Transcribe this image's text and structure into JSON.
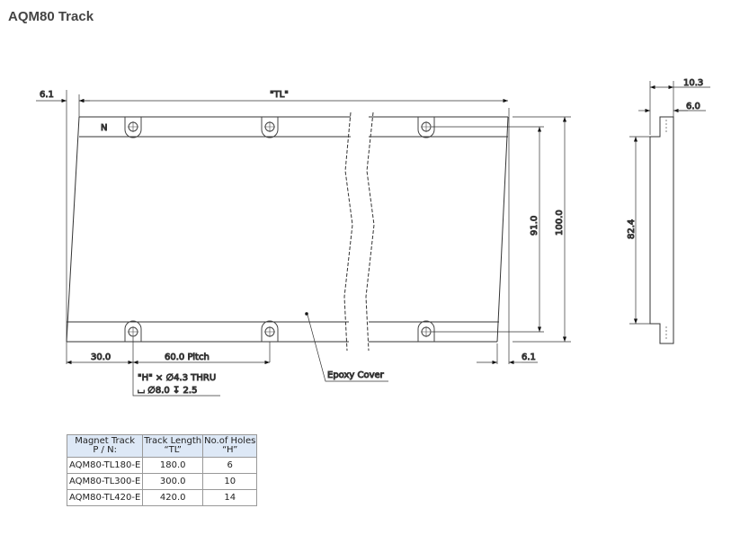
{
  "title": "AQM80 Track",
  "drawing": {
    "tl": "\"TL\"",
    "dim_left_offset": "6.1",
    "dim_right_offset": "6.1",
    "dim_first_hole": "30.0",
    "dim_pitch": "60.0 Pitch",
    "dim_hole_span": "91.0",
    "dim_height": "100.0",
    "north_mark": "N",
    "hole_note_1": "\"H\" × ∅4.3 THRU",
    "hole_note_2": "⌴ ∅8.0 ↧ 2.5",
    "epoxy_label": "Epoxy Cover",
    "side_dim_total": "10.3",
    "side_dim_body": "6.0",
    "side_dim_height": "82.4"
  },
  "table": {
    "headers": [
      [
        "Magnet Track",
        "P / N:"
      ],
      [
        "Track Length",
        "“TL”"
      ],
      [
        "No.of Holes",
        "“H”"
      ]
    ],
    "rows": [
      [
        "AQM80-TL180-E",
        "180.0",
        "6"
      ],
      [
        "AQM80-TL300-E",
        "300.0",
        "10"
      ],
      [
        "AQM80-TL420-E",
        "420.0",
        "14"
      ]
    ]
  }
}
